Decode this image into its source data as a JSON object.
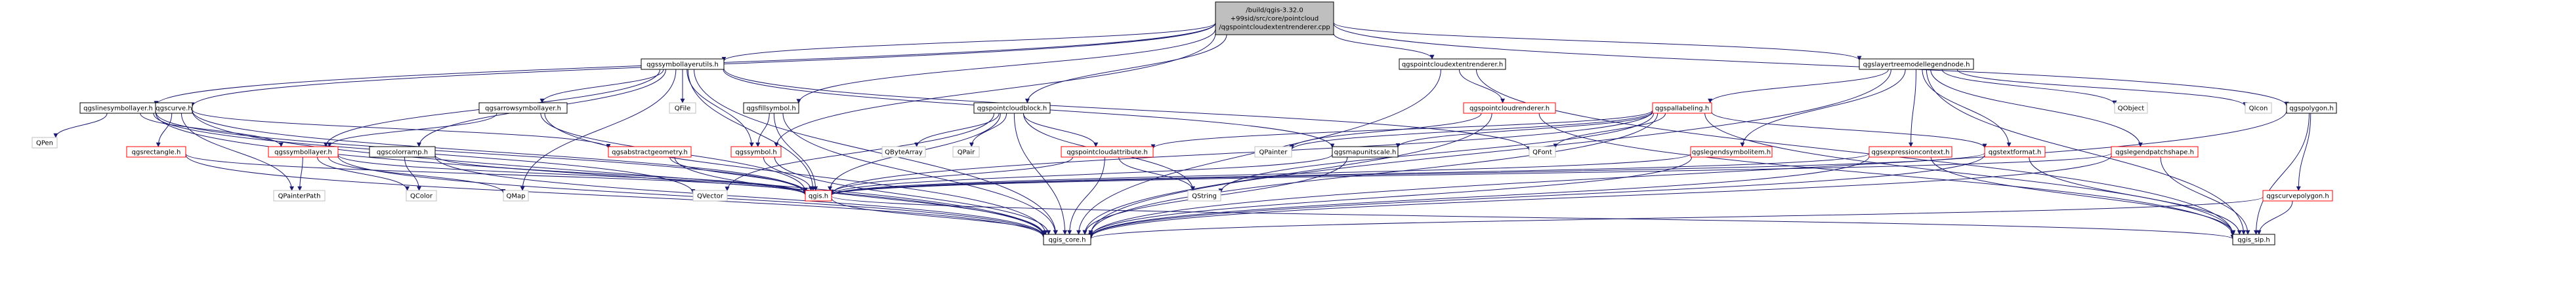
{
  "title_node": "/build/qgis-3.32.0+99sid/src/core/pointcloud/qgspointcloudextentrenderer.cpp",
  "colors": {
    "root_fill": "#bfbfbf",
    "node_fill": "#ffffff",
    "node_border": "#000000",
    "external_border": "#bfbfbf",
    "undocumented_border": "#ff0000",
    "edge": "#191970",
    "text": "#000000"
  },
  "nodes": [
    {
      "id": "root",
      "label": "/build/qgis-3.32.0\n+99sid/src/core/pointcloud\n/qgspointcloudextentrenderer.cpp",
      "kind": "root"
    },
    {
      "id": "qgssymbollayerutils",
      "label": "qgssymbollayerutils.h",
      "kind": "doc"
    },
    {
      "id": "qgspointcloudextentrenderer",
      "label": "qgspointcloudextentrenderer.h",
      "kind": "doc"
    },
    {
      "id": "qgslayertreemodellegendnode",
      "label": "qgslayertreemodellegendnode.h",
      "kind": "doc"
    },
    {
      "id": "qgslinesymbollayer",
      "label": "qgslinesymbollayer.h",
      "kind": "doc"
    },
    {
      "id": "qgscurve",
      "label": "qgscurve.h",
      "kind": "doc"
    },
    {
      "id": "qgsarrowsymbollayer",
      "label": "qgsarrowsymbollayer.h",
      "kind": "doc"
    },
    {
      "id": "qgsfillsymbol",
      "label": "qgsfillsymbol.h",
      "kind": "doc"
    },
    {
      "id": "qgspointcloudblock",
      "label": "qgspointcloudblock.h",
      "kind": "doc"
    },
    {
      "id": "qgspointcloudrenderer",
      "label": "qgspointcloudrenderer.h",
      "kind": "undoc"
    },
    {
      "id": "qgspallabeling",
      "label": "qgspallabeling.h",
      "kind": "undoc"
    },
    {
      "id": "qgspolygon",
      "label": "qgspolygon.h",
      "kind": "doc"
    },
    {
      "id": "QFile",
      "label": "QFile",
      "kind": "ext"
    },
    {
      "id": "QPen",
      "label": "QPen",
      "kind": "ext"
    },
    {
      "id": "qgsrectangle",
      "label": "qgsrectangle.h",
      "kind": "undoc"
    },
    {
      "id": "qgssymbollayer",
      "label": "qgssymbollayer.h",
      "kind": "undoc"
    },
    {
      "id": "qgscolorramp",
      "label": "qgscolorramp.h",
      "kind": "doc"
    },
    {
      "id": "qgsabstractgeometry",
      "label": "qgsabstractgeometry.h",
      "kind": "undoc"
    },
    {
      "id": "qgssymbol",
      "label": "qgssymbol.h",
      "kind": "undoc"
    },
    {
      "id": "QByteArray",
      "label": "QByteArray",
      "kind": "ext"
    },
    {
      "id": "QPair",
      "label": "QPair",
      "kind": "ext"
    },
    {
      "id": "qgspointcloudattribute",
      "label": "qgspointcloudattribute.h",
      "kind": "undoc"
    },
    {
      "id": "QPainter",
      "label": "QPainter",
      "kind": "ext"
    },
    {
      "id": "qgsmapunitscale",
      "label": "qgsmapunitscale.h",
      "kind": "doc"
    },
    {
      "id": "QFont",
      "label": "QFont",
      "kind": "ext"
    },
    {
      "id": "qgslegendsymbolitem",
      "label": "qgslegendsymbolitem.h",
      "kind": "undoc"
    },
    {
      "id": "qgsexpressioncontext",
      "label": "qgsexpressioncontext.h",
      "kind": "undoc"
    },
    {
      "id": "qgstextformat",
      "label": "qgstextformat.h",
      "kind": "undoc"
    },
    {
      "id": "qgslegendpatchshape",
      "label": "qgslegendpatchshape.h",
      "kind": "undoc"
    },
    {
      "id": "QObject",
      "label": "QObject",
      "kind": "ext"
    },
    {
      "id": "QIcon",
      "label": "QIcon",
      "kind": "ext"
    },
    {
      "id": "QPainterPath",
      "label": "QPainterPath",
      "kind": "ext"
    },
    {
      "id": "QColor",
      "label": "QColor",
      "kind": "ext"
    },
    {
      "id": "QMap",
      "label": "QMap",
      "kind": "ext"
    },
    {
      "id": "QVector",
      "label": "QVector",
      "kind": "ext"
    },
    {
      "id": "qgis",
      "label": "qgis.h",
      "kind": "undoc"
    },
    {
      "id": "QString",
      "label": "QString",
      "kind": "ext"
    },
    {
      "id": "qgscurvepolygon",
      "label": "qgscurvepolygon.h",
      "kind": "undoc"
    },
    {
      "id": "qgis_core",
      "label": "qgis_core.h",
      "kind": "doc"
    },
    {
      "id": "qgis_sip",
      "label": "qgis_sip.h",
      "kind": "doc"
    }
  ],
  "edges": [
    [
      "root",
      "qgssymbollayerutils"
    ],
    [
      "root",
      "qgspointcloudextentrenderer"
    ],
    [
      "root",
      "qgslayertreemodellegendnode"
    ],
    [
      "root",
      "qgslinesymbollayer"
    ],
    [
      "root",
      "qgscurve"
    ],
    [
      "root",
      "qgsfillsymbol"
    ],
    [
      "root",
      "qgspointcloudblock"
    ],
    [
      "root",
      "qgspolygon"
    ],
    [
      "root",
      "qgssymbol"
    ],
    [
      "qgssymbollayerutils",
      "qgsarrowsymbollayer"
    ],
    [
      "qgssymbollayerutils",
      "QFile"
    ],
    [
      "qgssymbollayerutils",
      "qgssymbol"
    ],
    [
      "qgssymbollayerutils",
      "qgscolorramp"
    ],
    [
      "qgssymbollayerutils",
      "QMap"
    ],
    [
      "qgssymbollayerutils",
      "qgis"
    ],
    [
      "qgssymbollayerutils",
      "qgis_core"
    ],
    [
      "qgssymbollayerutils",
      "qgsmapunitscale"
    ],
    [
      "qgssymbollayerutils",
      "QFont"
    ],
    [
      "qgssymbollayerutils",
      "qgssymbollayer"
    ],
    [
      "qgspointcloudextentrenderer",
      "qgspointcloudrenderer"
    ],
    [
      "qgspointcloudextentrenderer",
      "qgis_core"
    ],
    [
      "qgspointcloudextentrenderer",
      "qgis_sip"
    ],
    [
      "qgslayertreemodellegendnode",
      "qgspallabeling"
    ],
    [
      "qgslayertreemodellegendnode",
      "qgslegendsymbolitem"
    ],
    [
      "qgslayertreemodellegendnode",
      "qgsexpressioncontext"
    ],
    [
      "qgslayertreemodellegendnode",
      "qgstextformat"
    ],
    [
      "qgslayertreemodellegendnode",
      "qgslegendpatchshape"
    ],
    [
      "qgslayertreemodellegendnode",
      "QObject"
    ],
    [
      "qgslayertreemodellegendnode",
      "QIcon"
    ],
    [
      "qgslayertreemodellegendnode",
      "qgis_core"
    ],
    [
      "qgslayertreemodellegendnode",
      "qgis_sip"
    ],
    [
      "qgslinesymbollayer",
      "QPen"
    ],
    [
      "qgslinesymbollayer",
      "qgssymbollayer"
    ],
    [
      "qgslinesymbollayer",
      "qgis"
    ],
    [
      "qgslinesymbollayer",
      "qgis_core"
    ],
    [
      "qgslinesymbollayer",
      "QVector"
    ],
    [
      "qgscurve",
      "qgsrectangle"
    ],
    [
      "qgscurve",
      "qgsabstractgeometry"
    ],
    [
      "qgscurve",
      "QPainterPath"
    ],
    [
      "qgscurve",
      "qgis_core"
    ],
    [
      "qgscurve",
      "qgis"
    ],
    [
      "qgsarrowsymbollayer",
      "qgssymbollayer"
    ],
    [
      "qgsarrowsymbollayer",
      "qgis"
    ],
    [
      "qgsarrowsymbollayer",
      "qgis_core"
    ],
    [
      "qgsfillsymbol",
      "qgssymbol"
    ],
    [
      "qgsfillsymbol",
      "qgis"
    ],
    [
      "qgsfillsymbol",
      "qgis_core"
    ],
    [
      "qgspointcloudblock",
      "QByteArray"
    ],
    [
      "qgspointcloudblock",
      "QPair"
    ],
    [
      "qgspointcloudblock",
      "qgspointcloudattribute"
    ],
    [
      "qgspointcloudblock",
      "QVector"
    ],
    [
      "qgspointcloudblock",
      "qgis_core"
    ],
    [
      "qgspointcloudblock",
      "qgis"
    ],
    [
      "qgspointcloudblock",
      "QString"
    ],
    [
      "qgspointcloudrenderer",
      "QPainter"
    ],
    [
      "qgspointcloudrenderer",
      "qgis_core"
    ],
    [
      "qgspointcloudrenderer",
      "qgis_sip"
    ],
    [
      "qgspallabeling",
      "QPainter"
    ],
    [
      "qgspallabeling",
      "qgsmapunitscale"
    ],
    [
      "qgspallabeling",
      "QFont"
    ],
    [
      "qgspallabeling",
      "qgspointcloudattribute"
    ],
    [
      "qgspallabeling",
      "qgis"
    ],
    [
      "qgspallabeling",
      "QString"
    ],
    [
      "qgspallabeling",
      "qgstextformat"
    ],
    [
      "qgspallabeling",
      "qgis_core"
    ],
    [
      "qgspallabeling",
      "qgis_sip"
    ],
    [
      "qgspolygon",
      "qgscurvepolygon"
    ],
    [
      "qgspolygon",
      "qgis_core"
    ],
    [
      "qgspolygon",
      "qgis_sip"
    ],
    [
      "qgsrectangle",
      "qgis"
    ],
    [
      "qgsrectangle",
      "qgis_core"
    ],
    [
      "qgssymbollayer",
      "QPainterPath"
    ],
    [
      "qgssymbollayer",
      "QColor"
    ],
    [
      "qgssymbollayer",
      "QMap"
    ],
    [
      "qgssymbollayer",
      "qgis"
    ],
    [
      "qgssymbollayer",
      "qgis_core"
    ],
    [
      "qgscolorramp",
      "QColor"
    ],
    [
      "qgscolorramp",
      "qgis"
    ],
    [
      "qgscolorramp",
      "qgis_core"
    ],
    [
      "qgsabstractgeometry",
      "qgis"
    ],
    [
      "qgsabstractgeometry",
      "qgis_core"
    ],
    [
      "qgssymbol",
      "qgis"
    ],
    [
      "qgssymbol",
      "qgis_core"
    ],
    [
      "qgspointcloudattribute",
      "qgis"
    ],
    [
      "qgspointcloudattribute",
      "QString"
    ],
    [
      "qgspointcloudattribute",
      "qgis_core"
    ],
    [
      "qgsmapunitscale",
      "qgis"
    ],
    [
      "qgsmapunitscale",
      "qgis_core"
    ],
    [
      "qgslegendsymbolitem",
      "qgis"
    ],
    [
      "qgslegendsymbolitem",
      "qgis_core"
    ],
    [
      "qgsexpressioncontext",
      "qgis"
    ],
    [
      "qgsexpressioncontext",
      "qgis_core"
    ],
    [
      "qgsexpressioncontext",
      "qgis_sip"
    ],
    [
      "qgstextformat",
      "qgis"
    ],
    [
      "qgstextformat",
      "qgis_core"
    ],
    [
      "qgstextformat",
      "qgis_sip"
    ],
    [
      "qgslegendpatchshape",
      "qgis"
    ],
    [
      "qgslegendpatchshape",
      "qgis_core"
    ],
    [
      "qgslegendpatchshape",
      "qgis_sip"
    ],
    [
      "qgscurvepolygon",
      "qgis_core"
    ],
    [
      "qgscurvepolygon",
      "qgis_sip"
    ],
    [
      "qgis",
      "qgis_core"
    ],
    [
      "qgis",
      "qgis_sip"
    ]
  ]
}
